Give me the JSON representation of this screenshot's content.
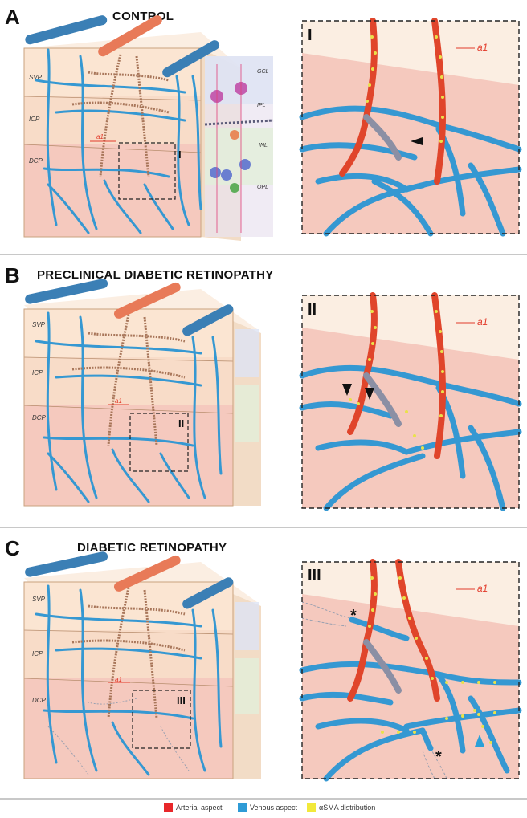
{
  "panels": [
    {
      "letter": "A",
      "title": "CONTROL",
      "inset": "I",
      "layers": [
        "SVP",
        "ICP",
        "DCP"
      ],
      "side_layers": [
        "GCL",
        "IPL",
        "INL",
        "OPL"
      ]
    },
    {
      "letter": "B",
      "title": "PRECLINICAL DIABETIC  RETINOPATHY",
      "inset": "II",
      "layers": [
        "SVP",
        "ICP",
        "DCP"
      ]
    },
    {
      "letter": "C",
      "title": "DIABETIC  RETINOPATHY",
      "inset": "III",
      "layers": [
        "SVP",
        "ICP",
        "DCP"
      ]
    }
  ],
  "vessel_label": "a1",
  "asterisk": "*",
  "legend": [
    {
      "label": "Arterial aspect",
      "color": "#e8272a"
    },
    {
      "label": "Venous aspect",
      "color": "#2e9bd6"
    },
    {
      "label": "αSMA distribution",
      "color": "#f2e93a"
    }
  ],
  "colors": {
    "artery": "#e0452b",
    "vein": "#3598d2",
    "asma": "#e9e24a",
    "tissue_light": "#fbe8d8",
    "tissue_pink": "#f5c9be",
    "block_side": "#f2dcc6"
  }
}
